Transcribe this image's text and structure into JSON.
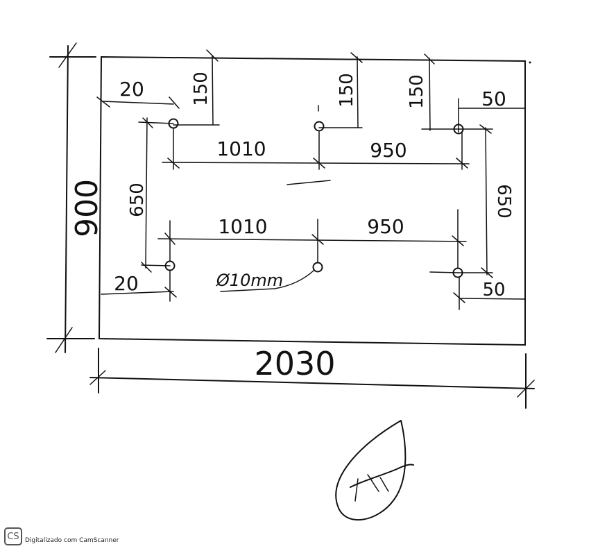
{
  "drawing": {
    "overall_width": "2030",
    "overall_height": "900",
    "edge_offset_left_top": "20",
    "edge_offset_left_bottom": "20",
    "edge_offset_right_top": "50",
    "edge_offset_right_bottom": "50",
    "top_offset_left": "150",
    "top_offset_center": "150",
    "top_offset_right": "150",
    "spacing_top_left": "1010",
    "spacing_top_right": "950",
    "spacing_bottom_left": "1010",
    "spacing_bottom_right": "950",
    "vertical_left": "650",
    "vertical_right": "650",
    "hole_diameter": "Ø10mm"
  },
  "scanner": {
    "logo": "CS",
    "caption": "Digitalizado com CamScanner"
  }
}
